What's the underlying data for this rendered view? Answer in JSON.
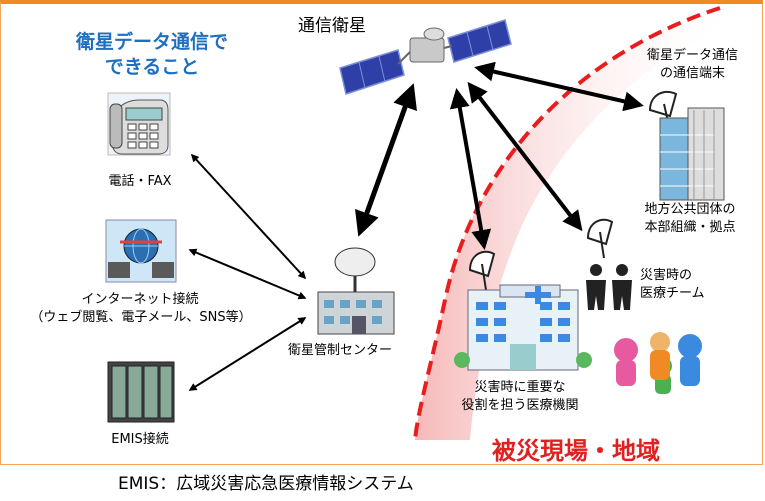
{
  "heading": [
    "衛星データ通信で",
    "できること"
  ],
  "satellite_label": "通信衛星",
  "terminal_label": [
    "衛星データ通信",
    "の通信端末"
  ],
  "hq_label": [
    "地方公共団体の",
    "本部組織・拠点"
  ],
  "team_label": [
    "災害時の",
    "医療チーム"
  ],
  "hospital_label": [
    "災害時に重要な",
    "役割を担う医療機関"
  ],
  "control_label": "衛星管制センター",
  "phone_label": "電話・FAX",
  "internet_label": [
    "インターネット接続",
    "（ウェブ閲覧、電子メール、SNS等）"
  ],
  "emis_label": "EMIS接続",
  "disaster_area_label": "被災現場・地域",
  "footnote": "EMIS：広域災害応急医療情報システム",
  "colors": {
    "heading": "#1f6fc0",
    "disaster": "#e12020",
    "border": "#f08a24"
  }
}
